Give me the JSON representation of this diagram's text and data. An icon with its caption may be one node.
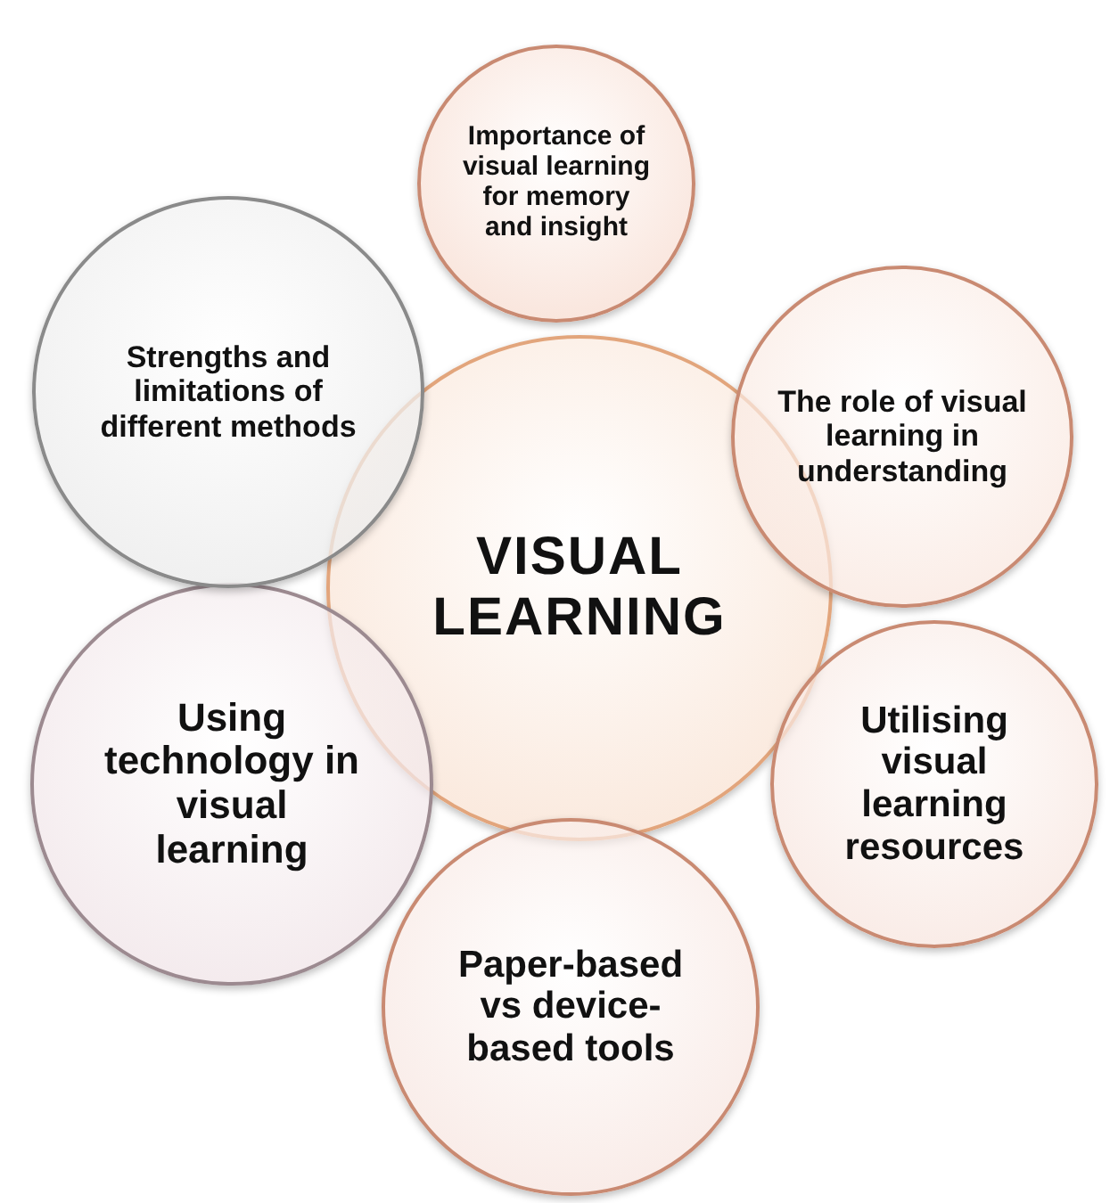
{
  "diagram": {
    "nodes": [
      {
        "text": [
          "VISUAL LEARNING"
        ]
      },
      {
        "text": [
          "Importance of visual learning for memory and insight"
        ]
      },
      {
        "text": [
          "The role of visual learning in understanding"
        ]
      },
      {
        "text": [
          "Utilising visual learning resources"
        ]
      },
      {
        "text": [
          "Paper-based vs device-based tools"
        ]
      },
      {
        "text": [
          "Using technology in visual learning"
        ]
      },
      {
        "text": [
          "Strengths and limitations of different methods"
        ]
      }
    ],
    "edges": []
  }
}
